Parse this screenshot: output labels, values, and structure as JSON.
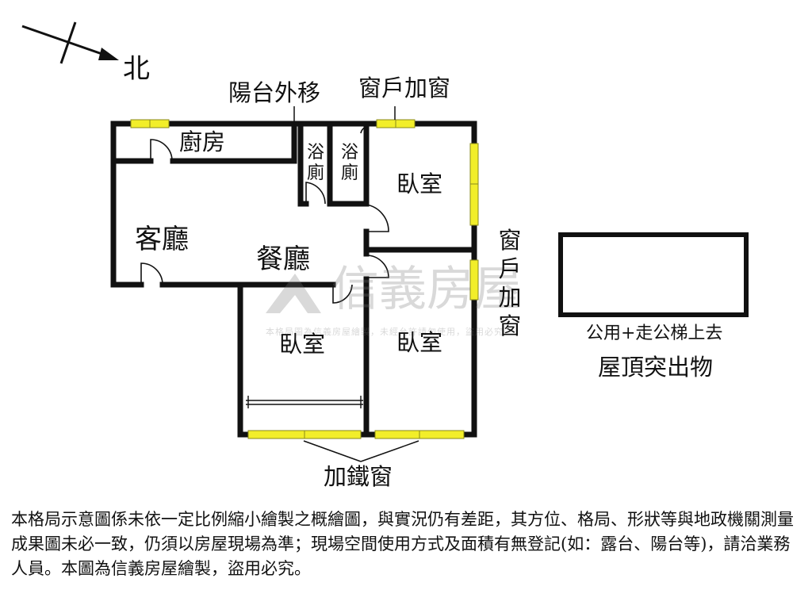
{
  "compass": {
    "north_label": "北"
  },
  "labels": {
    "balcony_moved_out": "陽台外移",
    "window_added_top": "窗戶加窗",
    "kitchen": "廚房",
    "bath_left": [
      "浴",
      "廁"
    ],
    "bath_right": [
      "浴",
      "廁"
    ],
    "bedroom_ne": "臥室",
    "living_room": "客廳",
    "dining_room": "餐廳",
    "bedroom_sw": "臥室",
    "bedroom_se": "臥室",
    "window_added_side": [
      "窗",
      "戶",
      "加",
      "窗"
    ],
    "iron_window": "加鐵窗",
    "roof_caption_1": "公用+走公梯上去",
    "roof_caption_2": "屋頂突出物"
  },
  "watermark": {
    "brand": "信義房屋",
    "notice": "本格局圖為信義房屋繪製，未經允許請勿使用，盜用必究"
  },
  "disclaimer": "本格局示意圖係未依一定比例縮小繪製之概繪圖，與實況仍有差距，其方位、格局、形狀等與地政機關測量成果圖未必一致，仍須以房屋現場為準；現場空間使用方式及面積有無登記(如：露台、陽台等)，請洽業務人員。本圖為信義房屋繪製，盜用必究。",
  "colors": {
    "wall": "#111111",
    "window": "#f2ee2a",
    "window_edge": "#8a8a1a"
  }
}
